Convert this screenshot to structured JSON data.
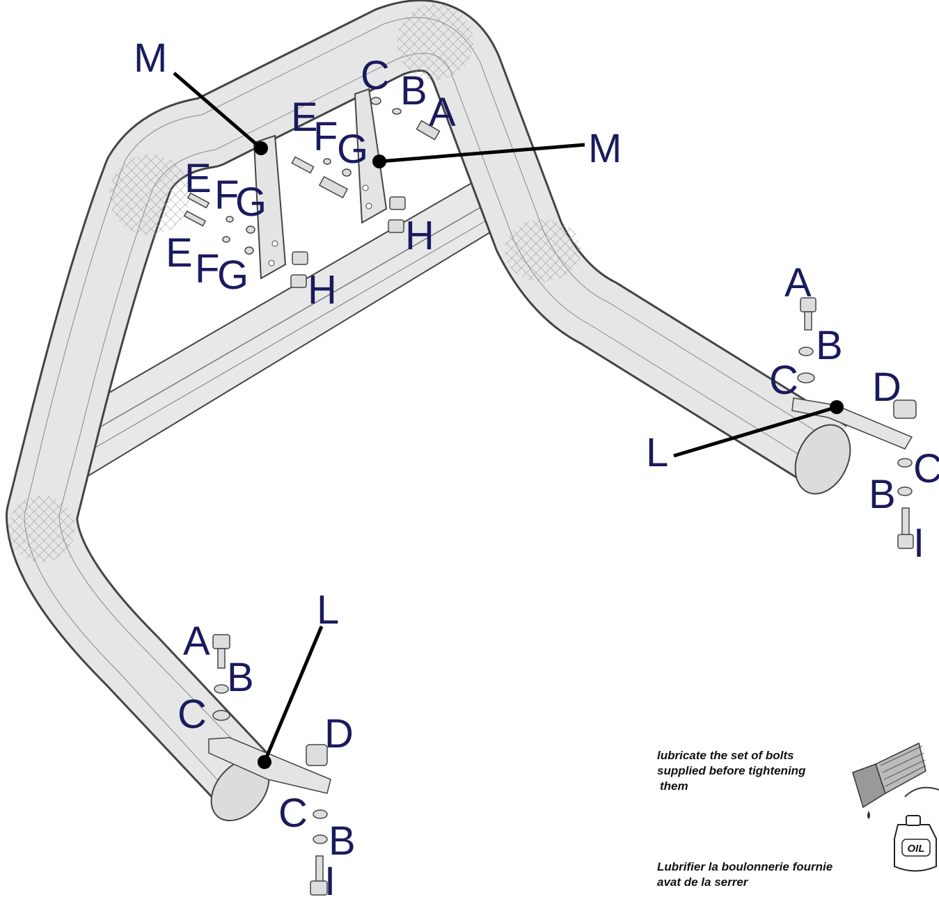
{
  "labels": {
    "m_top": "M",
    "m_right": "M",
    "c_top": "C",
    "b_top": "B",
    "a_top": "A",
    "e1": "E",
    "f1": "F",
    "g1": "G",
    "e2": "E",
    "f2": "F",
    "g2": "G",
    "e3": "E",
    "f3": "F",
    "g3": "G",
    "h1": "H",
    "h2": "H",
    "a_right": "A",
    "b_right": "B",
    "c_right": "C",
    "d_right": "D",
    "l_right": "L",
    "c_right2": "C",
    "b_right2": "B",
    "i_right": "I",
    "l_left": "L",
    "a_left": "A",
    "b_left": "B",
    "c_left": "C",
    "d_left": "D",
    "c_left2": "C",
    "b_left2": "B",
    "i_left": "I"
  },
  "notes": {
    "english_line1": "lubricate the set of bolts",
    "english_line2": "supplied before tightening",
    "english_line3": "them",
    "french_line1": "Lubrifier la boulonnerie fournie",
    "french_line2": "avat de la serrer",
    "oil_can": "OIL"
  },
  "colors": {
    "label": "#1a1a5e",
    "tube": "#e6e6e6",
    "tube_edge": "#555555"
  }
}
